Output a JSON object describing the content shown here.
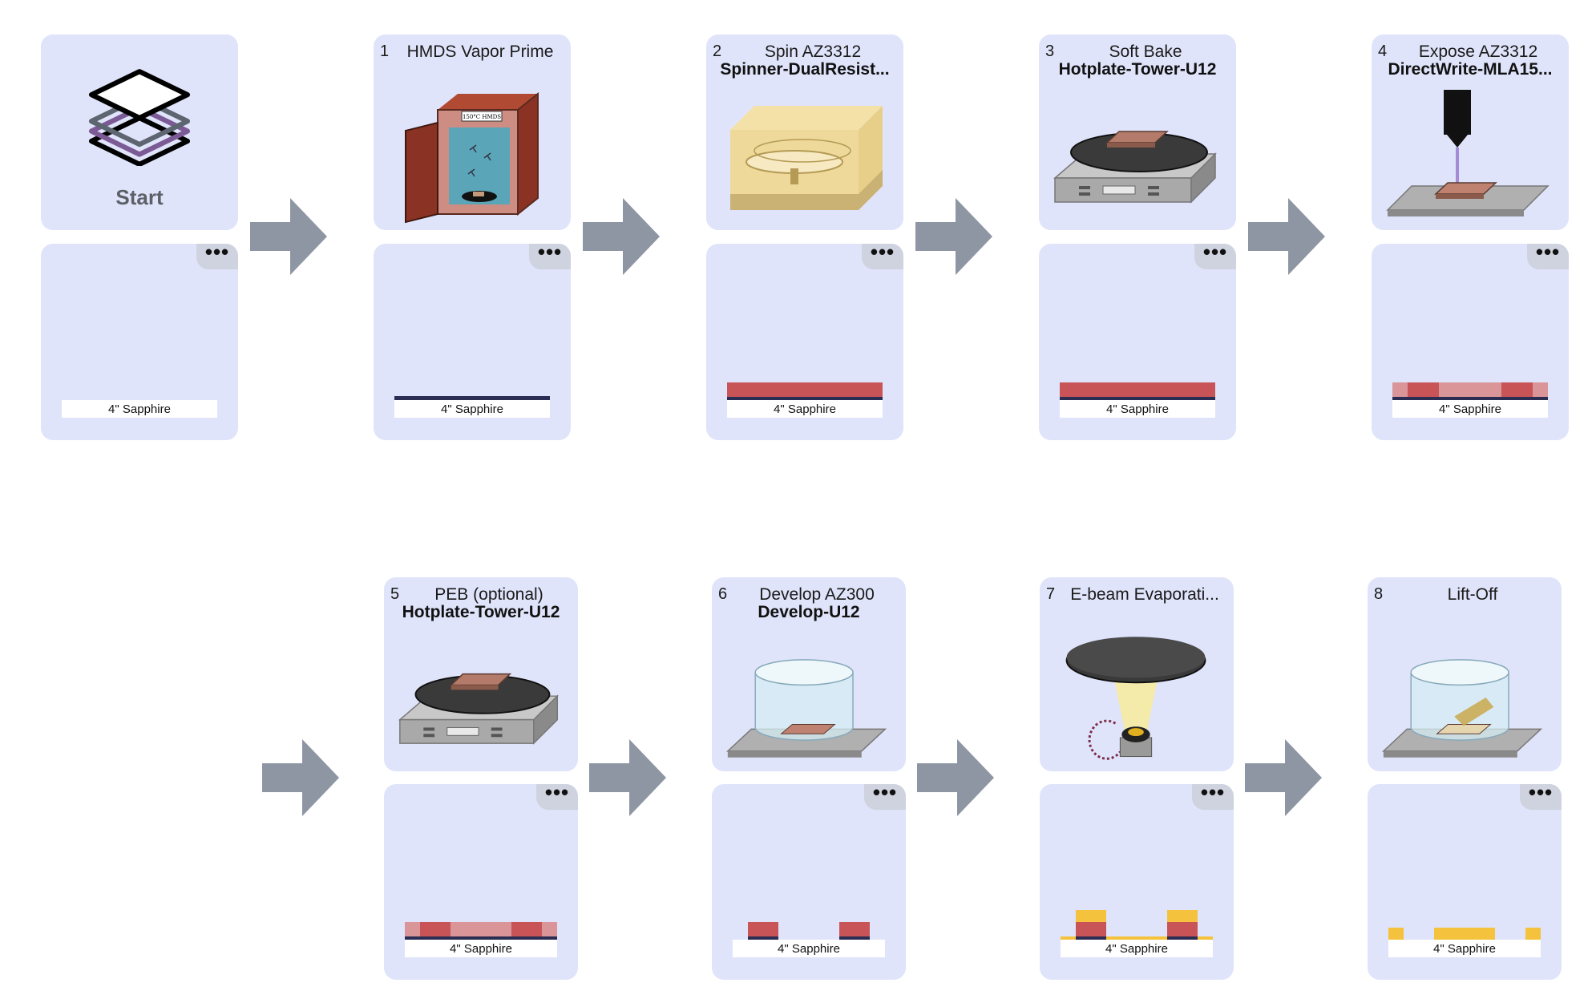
{
  "start": {
    "label": "Start"
  },
  "substrate_label": "4\" Sapphire",
  "more_label": "•••",
  "colors": {
    "card": "#e0e4fa",
    "arrow": "#8e96a4",
    "resist": "#c85457",
    "resist_exposed": "#d99598",
    "hmds": "#2b2d52",
    "metal": "#f4c23c"
  },
  "steps": [
    {
      "num": "1",
      "name": "HMDS Vapor Prime",
      "tool": "",
      "icon": "oven-icon"
    },
    {
      "num": "2",
      "name": "Spin AZ3312",
      "tool": "Spinner-DualResist...",
      "icon": "spinner-icon"
    },
    {
      "num": "3",
      "name": "Soft Bake",
      "tool": "Hotplate-Tower-U12",
      "icon": "hotplate-icon"
    },
    {
      "num": "4",
      "name": "Expose AZ3312",
      "tool": "DirectWrite-MLA15...",
      "icon": "laser-writer-icon"
    },
    {
      "num": "5",
      "name": "PEB (optional)",
      "tool": "Hotplate-Tower-U12",
      "icon": "hotplate-icon"
    },
    {
      "num": "6",
      "name": "Develop AZ300",
      "tool": "Develop-U12",
      "icon": "develop-bath-icon"
    },
    {
      "num": "7",
      "name": "E-beam Evaporati...",
      "tool": "",
      "icon": "ebeam-evaporator-icon"
    },
    {
      "num": "8",
      "name": "Lift-Off",
      "tool": "",
      "icon": "liftoff-bath-icon"
    }
  ]
}
